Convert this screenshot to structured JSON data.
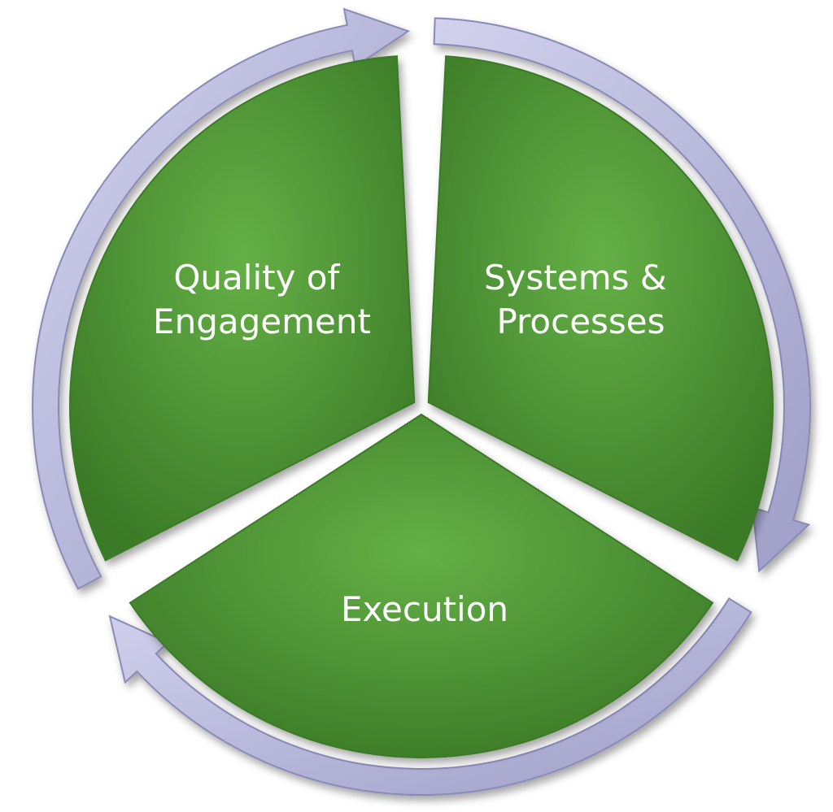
{
  "diagram": {
    "segments": [
      {
        "id": "top-left",
        "label_lines": [
          "Quality of",
          "Engagement"
        ]
      },
      {
        "id": "right",
        "label_lines": [
          "Systems &",
          "Processes"
        ]
      },
      {
        "id": "bottom",
        "label_lines": [
          "Execution"
        ]
      }
    ],
    "colors": {
      "segment_fill": "#4f9a35",
      "segment_highlight": "#65b046",
      "segment_shadow": "#3b7a27",
      "arrow_fill": "#b8b8dc",
      "arrow_stroke": "#8a8ab8"
    }
  }
}
